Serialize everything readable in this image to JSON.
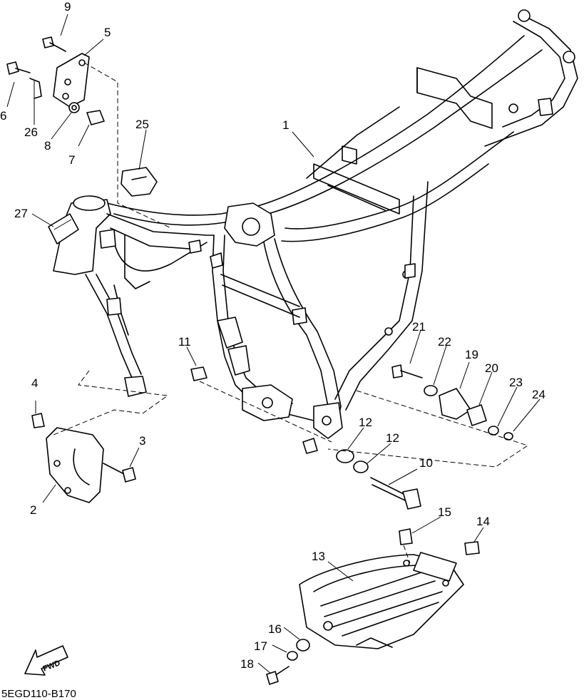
{
  "diagram": {
    "code": "5EGD110-B170",
    "direction_label": "FWD",
    "callouts": [
      {
        "id": "c1",
        "text": "1"
      },
      {
        "id": "c2",
        "text": "2"
      },
      {
        "id": "c3",
        "text": "3"
      },
      {
        "id": "c4",
        "text": "4"
      },
      {
        "id": "c5",
        "text": "5"
      },
      {
        "id": "c6",
        "text": "6"
      },
      {
        "id": "c7",
        "text": "7"
      },
      {
        "id": "c8",
        "text": "8"
      },
      {
        "id": "c9",
        "text": "9"
      },
      {
        "id": "c10",
        "text": "10"
      },
      {
        "id": "c11",
        "text": "11"
      },
      {
        "id": "c12a",
        "text": "12"
      },
      {
        "id": "c12b",
        "text": "12"
      },
      {
        "id": "c13",
        "text": "13"
      },
      {
        "id": "c14",
        "text": "14"
      },
      {
        "id": "c15",
        "text": "15"
      },
      {
        "id": "c16",
        "text": "16"
      },
      {
        "id": "c17",
        "text": "17"
      },
      {
        "id": "c18",
        "text": "18"
      },
      {
        "id": "c19",
        "text": "19"
      },
      {
        "id": "c20",
        "text": "20"
      },
      {
        "id": "c21",
        "text": "21"
      },
      {
        "id": "c22",
        "text": "22"
      },
      {
        "id": "c23",
        "text": "23"
      },
      {
        "id": "c24",
        "text": "24"
      },
      {
        "id": "c25",
        "text": "25"
      },
      {
        "id": "c26",
        "text": "26"
      },
      {
        "id": "c27",
        "text": "27"
      }
    ]
  }
}
